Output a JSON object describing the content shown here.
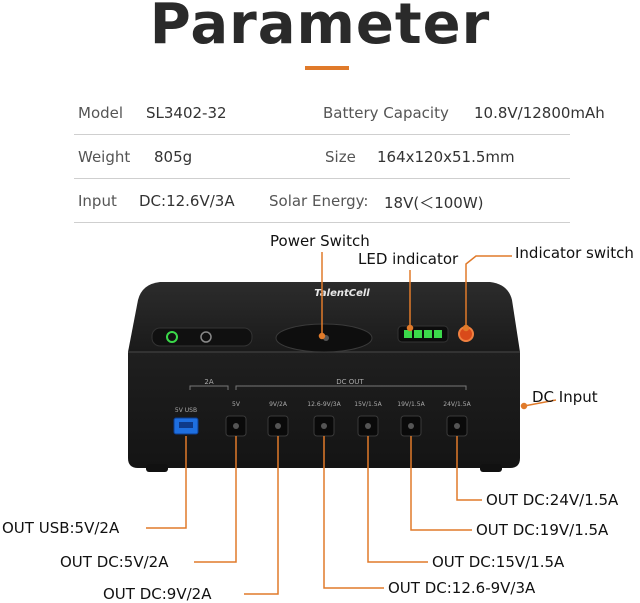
{
  "title": "Parameter",
  "specs": {
    "model_label": "Model",
    "model_value": "SL3402-32",
    "battery_label": "Battery Capacity",
    "battery_value": "10.8V/12800mAh",
    "weight_label": "Weight",
    "weight_value": "805g",
    "size_label": "Size",
    "size_value": "164x120x51.5mm",
    "input_label": "Input",
    "input_value": "DC:12.6V/3A",
    "solar_label": "Solar Energy:",
    "solar_value": "18V(＜100W)"
  },
  "callouts": {
    "power_switch": "Power Switch",
    "led_indicator": "LED indicator",
    "indicator_switch": "Indicator switch",
    "dc_input": "DC Input"
  },
  "device": {
    "brand": "TalentCell",
    "label_2a": "2A",
    "label_dc_out": "DC OUT",
    "label_5v_usb": "5V USB",
    "port_labels": [
      "5V",
      "9V/2A",
      "12.6-9V/3A",
      "15V/1.5A",
      "19V/1.5A",
      "24V/1.5A"
    ]
  },
  "outputs": {
    "usb": "OUT USB:5V/2A",
    "dc5": "OUT DC:5V/2A",
    "dc9": "OUT DC:9V/2A",
    "dc12": "OUT DC:12.6-9V/3A",
    "dc15": "OUT DC:15V/1.5A",
    "dc19": "OUT DC:19V/1.5A",
    "dc24": "OUT DC:24V/1.5A"
  },
  "colors": {
    "accent": "#e07a2a",
    "led_green": "#3bd84a",
    "usb_blue": "#1e6fe0"
  }
}
